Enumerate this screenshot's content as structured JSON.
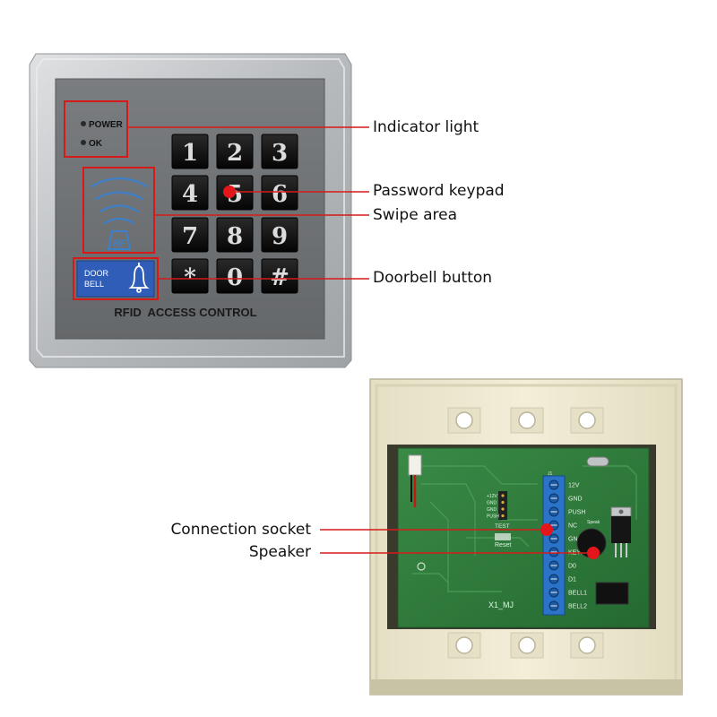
{
  "front_panel": {
    "indicators": [
      {
        "label": "POWER"
      },
      {
        "label": "OK"
      }
    ],
    "keys": [
      "1",
      "2",
      "3",
      "4",
      "5",
      "6",
      "7",
      "8",
      "9",
      "*",
      "0",
      "#"
    ],
    "rfid_badge": "RF",
    "doorbell_label_line1": "DOOR",
    "doorbell_label_line2": "BELL",
    "brand_text": "RFID  ACCESS CONTROL"
  },
  "back_panel": {
    "terminal_labels": [
      "12V",
      "GND",
      "PUSH",
      "NC",
      "GND",
      "KEYD",
      "D0",
      "D1",
      "BELL1",
      "BELL2"
    ],
    "test_header_pins": [
      "+12V",
      "GND",
      "GND",
      "PUSH"
    ],
    "test_label": "TEST",
    "reset_label": "Reset",
    "board_label": "X1_MJ",
    "connector_label": "J1",
    "speaker_label": "Speak"
  },
  "callouts": {
    "indicator_light": "Indicator light",
    "password_keypad": "Password keypad",
    "swipe_area": "Swipe area",
    "doorbell_button": "Doorbell button",
    "connection_socket": "Connection socket",
    "speaker": "Speaker"
  },
  "colors": {
    "callout_line": "#d61a1a",
    "keypad_bezel": "#b9bcbf",
    "keypad_face": "#6b6e70",
    "key_fill": "#111111",
    "doorbell_blue": "#2f5db8",
    "board_green": "#2f7a3b",
    "terminal_blue": "#2a73c9",
    "housing_cream": "#eee9d0"
  }
}
